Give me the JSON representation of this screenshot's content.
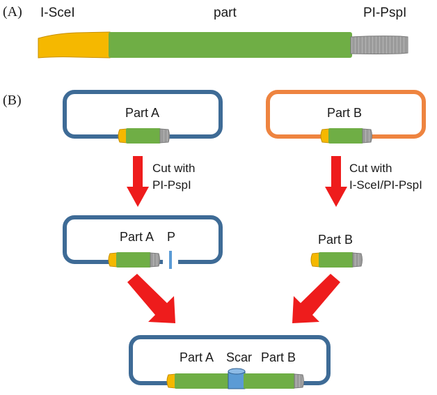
{
  "panel_a": {
    "label": "(A)",
    "left_site": "I-SceI",
    "middle": "part",
    "right_site": "PI-PspI"
  },
  "panel_b": {
    "label": "(B)",
    "plasmid_a": "Part A",
    "plasmid_b": "Part B",
    "cut_left_line1": "Cut with",
    "cut_left_line2": "PI-PspI",
    "cut_right_line1": "Cut with",
    "cut_right_line2": "I-SceI/PI-PspI",
    "cut_plasmid": "Part A",
    "cut_end": "P",
    "fragment": "Part B",
    "result_part_a": "Part A",
    "result_scar": "Scar",
    "result_part_b": "Part B"
  },
  "colors": {
    "plasmid_blue": "#3e6b96",
    "plasmid_orange": "#ee8440",
    "part_green": "#6fae45",
    "isce_yellow": "#f5b800",
    "pspi_gray": "#9b9b9b",
    "scar_blue": "#5b9bd5",
    "arrow_red": "#ee1c1c"
  }
}
